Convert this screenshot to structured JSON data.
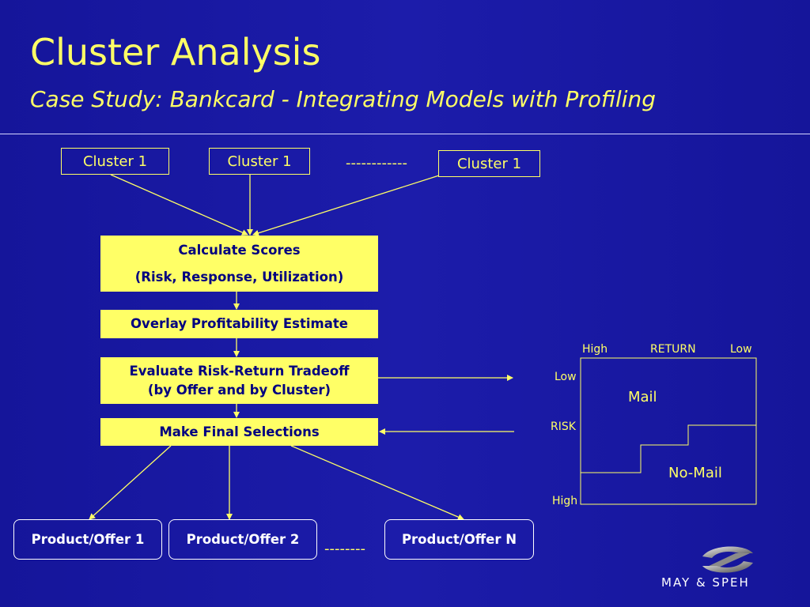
{
  "header": {
    "title": "Cluster Analysis",
    "subtitle": "Case Study: Bankcard - Integrating Models with Profiling"
  },
  "clusters": {
    "items": [
      "Cluster 1",
      "Cluster 1",
      "Cluster 1"
    ],
    "ellipsis": "------------"
  },
  "steps": {
    "calculate_title": "Calculate Scores",
    "calculate_detail": "(Risk, Response, Utilization)",
    "overlay": "Overlay Profitability Estimate",
    "evaluate_line1": "Evaluate Risk-Return Tradeoff",
    "evaluate_line2": "(by Offer and by Cluster)",
    "final": "Make Final Selections"
  },
  "offers": {
    "items": [
      "Product/Offer 1",
      "Product/Offer 2",
      "Product/Offer N"
    ],
    "ellipsis": "--------"
  },
  "matrix": {
    "return_axis_label": "RETURN",
    "return_high": "High",
    "return_low": "Low",
    "risk_axis_label": "RISK",
    "risk_low": "Low",
    "risk_high": "High",
    "region_mail": "Mail",
    "region_nomail": "No-Mail"
  },
  "logo": {
    "text": "MAY & SPEH"
  },
  "colors": {
    "background": "#1a1aa0",
    "accent": "#ffff66",
    "step_text": "#000080"
  }
}
